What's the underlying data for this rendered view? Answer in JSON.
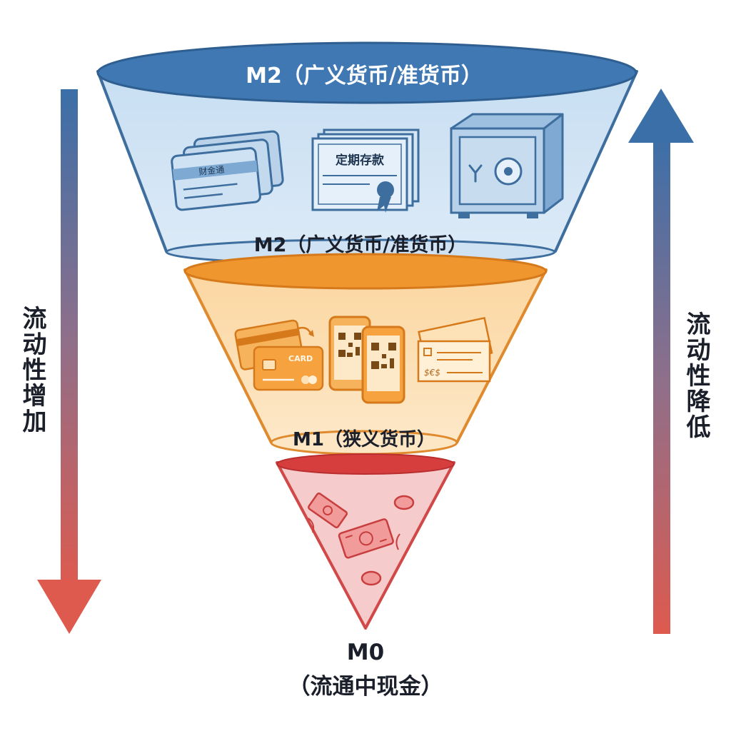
{
  "m2": {
    "title": "M2（广义货币/准货币）",
    "bottom_label": "M2（广义货币/准货币）",
    "icons": [
      "bank-cards-icon",
      "certificate-icon",
      "safe-icon"
    ],
    "card_text": "财金通",
    "certificate_text": "定期存款"
  },
  "m1": {
    "label": "M1（狭义货币）",
    "icons": [
      "credit-card-icon",
      "mobile-payment-icon",
      "check-icon"
    ],
    "card_text": "CARD",
    "check_text": "$€$"
  },
  "m0": {
    "label_line1": "M0",
    "label_line2": "（流通中现金）",
    "icons": [
      "banknote-icon",
      "coin-icon"
    ]
  },
  "left_arrow": {
    "text": "流动性增加",
    "direction": "down"
  },
  "right_arrow": {
    "text": "流动性降低",
    "direction": "up"
  },
  "colors": {
    "m2_fill": "#cfe4f5",
    "m2_stroke": "#3d6e9e",
    "m1_fill": "#fde2b8",
    "m1_stroke": "#e08a2e",
    "m0_fill": "#f8cfcf",
    "m0_stroke": "#d14848",
    "arrow_blue": "#3a6fa8",
    "arrow_red": "#de5a4e"
  }
}
